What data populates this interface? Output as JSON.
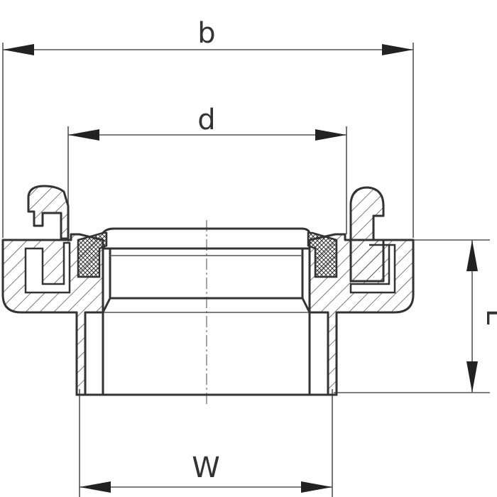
{
  "dimensions": {
    "b": "b",
    "d": "d",
    "w": "W",
    "l": "L"
  }
}
